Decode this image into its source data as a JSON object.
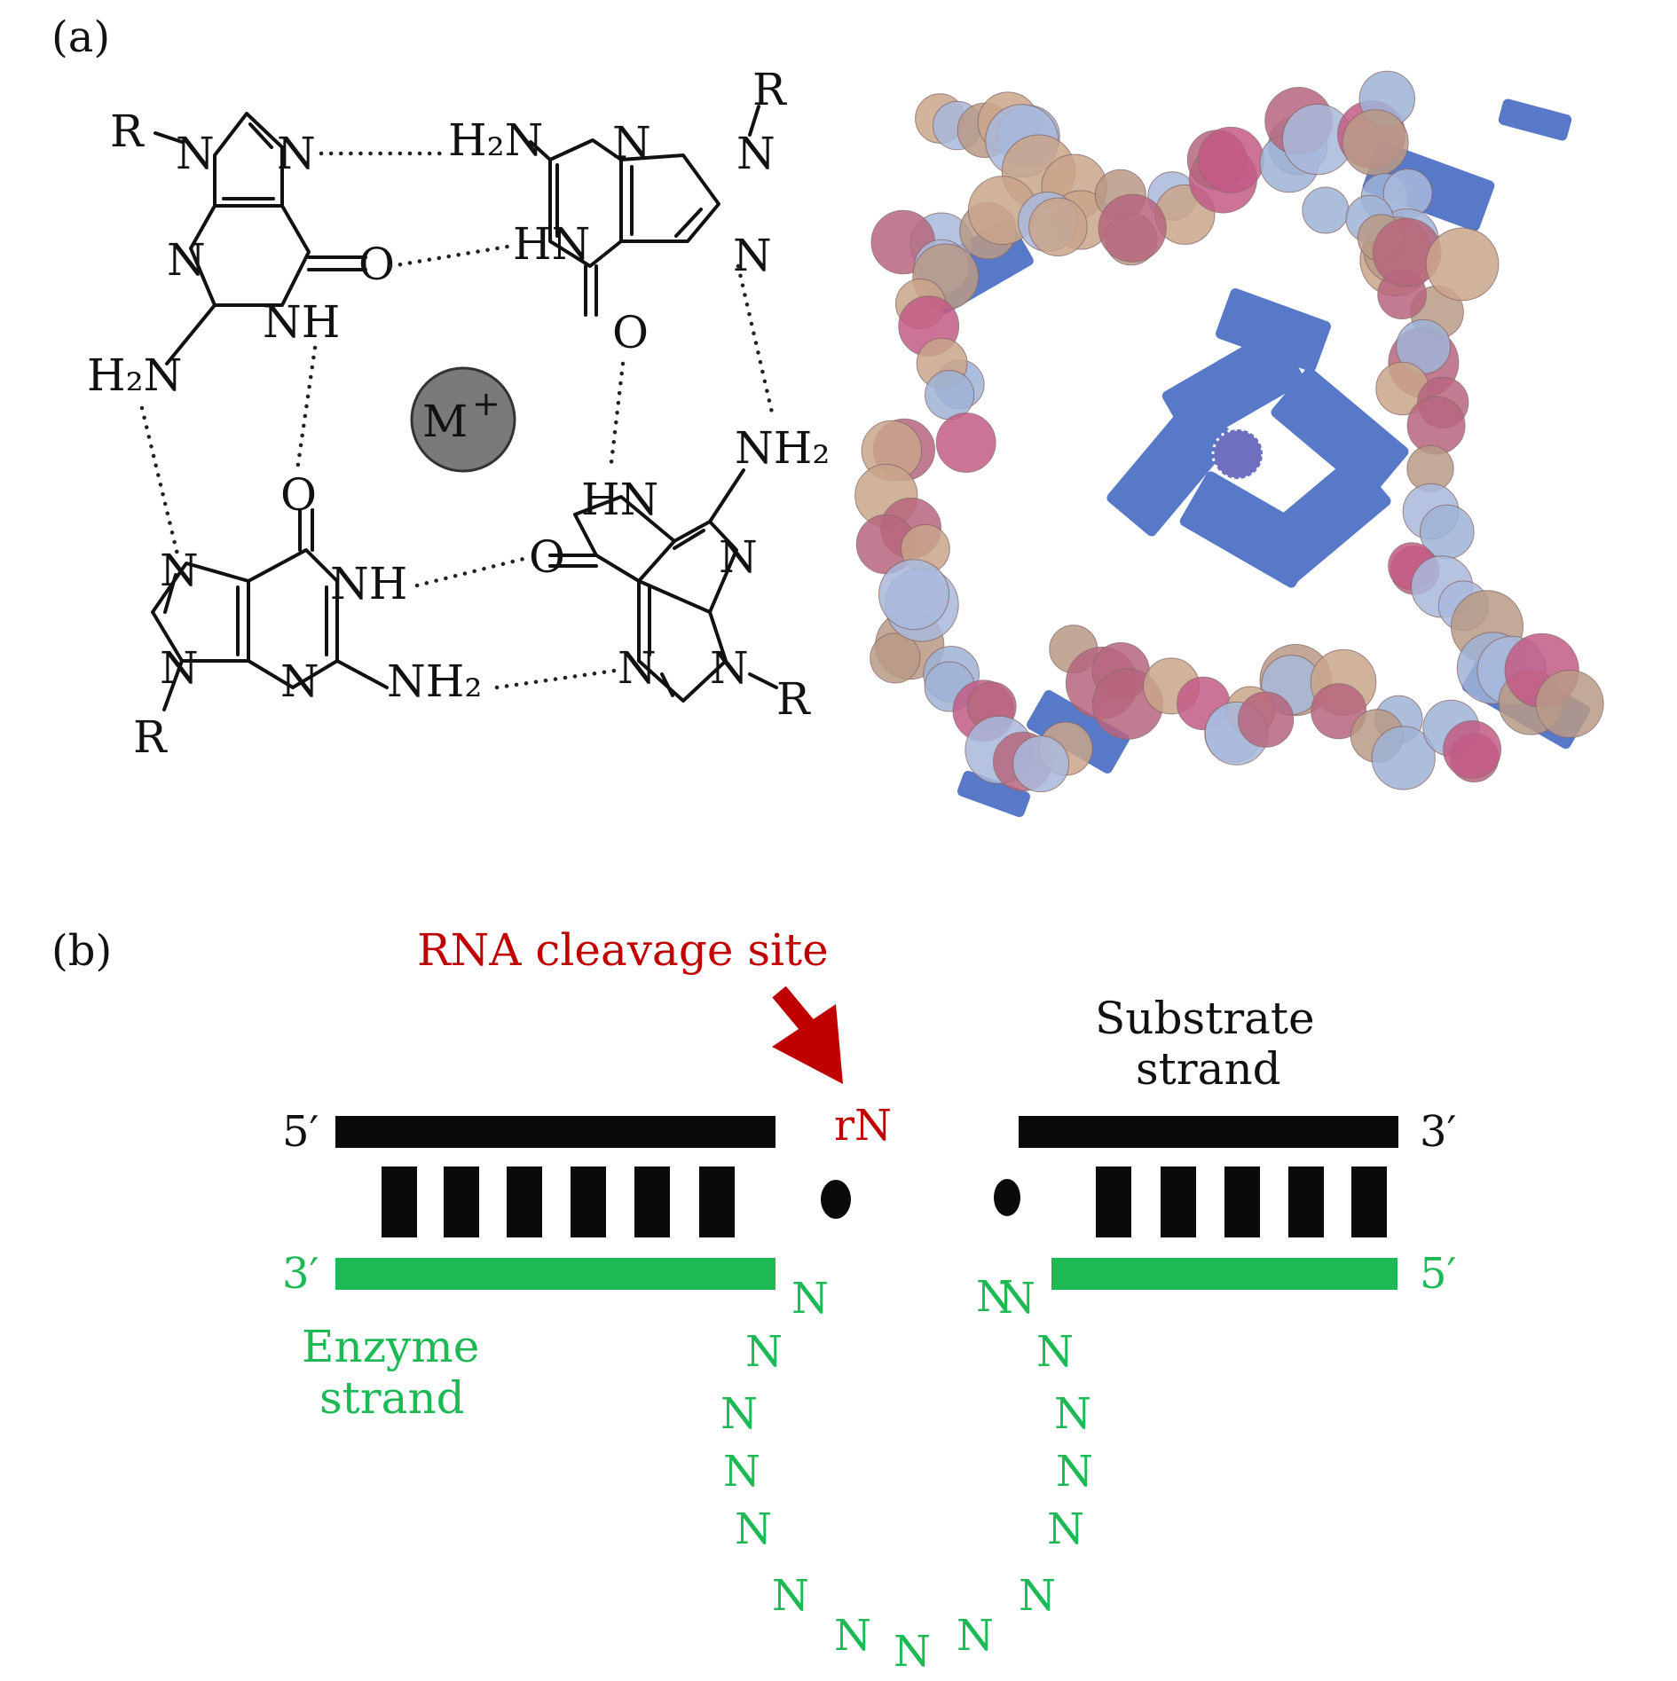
{
  "panel_a": {
    "label": "(a)",
    "cation": "M",
    "cation_charge": "+",
    "guanines": [
      {
        "R": "R",
        "N9": "N",
        "N7": "N",
        "N3": "N",
        "O6": "O",
        "N1H": "NH",
        "N2H2": "H₂N"
      },
      {
        "R": "R",
        "N9": "N",
        "N7": "N",
        "N3": "N",
        "O6": "O",
        "N1H": "HN",
        "N2H2": "H₂N"
      },
      {
        "R": "R",
        "N9": "N",
        "N7": "N",
        "N3": "N",
        "O6": "O",
        "N1H": "NH",
        "N2H2": "NH₂"
      },
      {
        "R": "R",
        "N9": "N",
        "N7": "N",
        "N3": "N",
        "O6": "O",
        "N1H": "HN",
        "N2H2": "NH₂"
      }
    ],
    "colors": {
      "strand_shell": "#b8667e",
      "base_blue": "#4f72c4",
      "core_ion": "#6e6fbf"
    }
  },
  "panel_b": {
    "label": "(b)",
    "cleavage_label": "RNA cleavage site",
    "rN": "rN",
    "substrate_label_1": "Substrate",
    "substrate_label_2": "strand",
    "enzyme_label_1": "Enzyme",
    "enzyme_label_2": "strand",
    "top_left_end": "5′",
    "top_right_end": "3′",
    "bottom_left_end": "3′",
    "bottom_right_end": "5′",
    "loop_nucleotides": [
      "N",
      "N",
      "N",
      "N",
      "N",
      "N",
      "N",
      "N",
      "N",
      "N",
      "N",
      "N",
      "N",
      "N",
      "N",
      "N"
    ],
    "colors": {
      "substrate": "#0a0a0a",
      "enzyme": "#1db954",
      "cleavage": "#c00000"
    }
  }
}
